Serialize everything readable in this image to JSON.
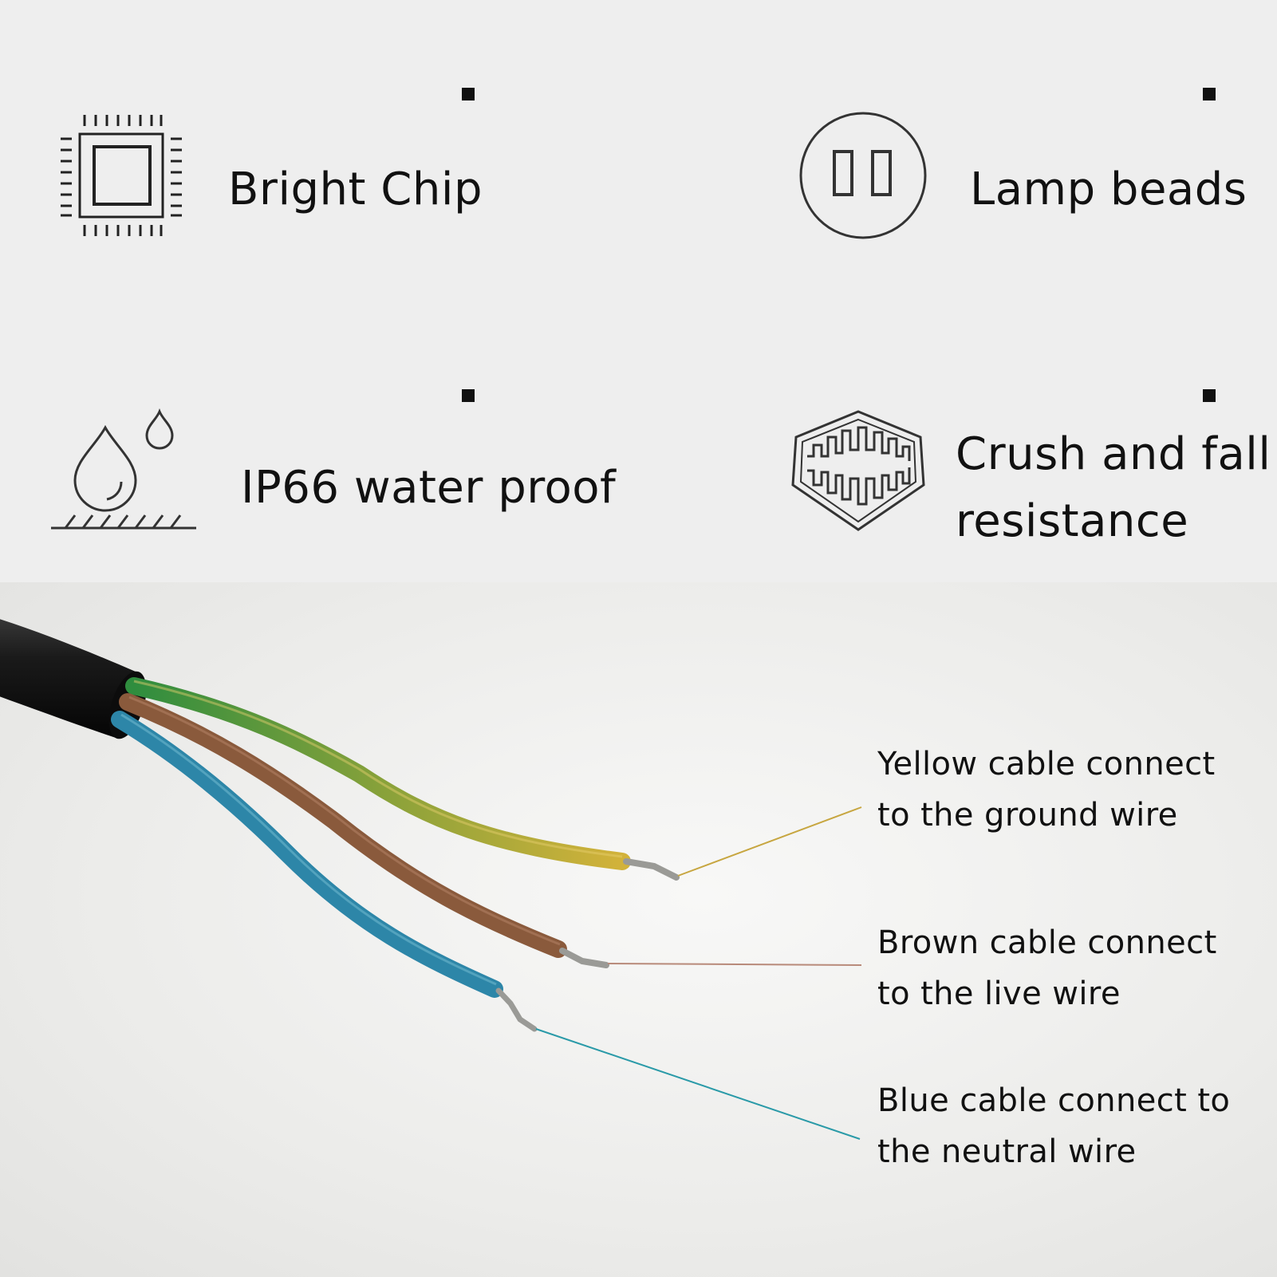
{
  "features": [
    {
      "id": "bright-chip",
      "label": "Bright Chip",
      "icon": "chip-icon"
    },
    {
      "id": "lamp-beads",
      "label": "Lamp beads",
      "icon": "lamp-bead-icon"
    },
    {
      "id": "ip66",
      "label": "IP66 water proof",
      "icon": "water-drop-icon"
    },
    {
      "id": "crush",
      "label_line1": "Crush and fall",
      "label_line2": "resistance",
      "icon": "shield-gear-icon"
    }
  ],
  "wires": [
    {
      "color_name": "yellow",
      "line1": "Yellow cable connect",
      "line2": "to the ground wire",
      "insulation": [
        "#c9a934",
        "#2f8d3e"
      ],
      "leader_color": "#c7a640"
    },
    {
      "color_name": "brown",
      "line1": "Brown cable connect",
      "line2": "to the live wire",
      "insulation": [
        "#8a5a3c"
      ],
      "leader_color": "#b88a7a"
    },
    {
      "color_name": "blue",
      "line1": "Blue cable connect to",
      "line2": "the neutral wire",
      "insulation": [
        "#2d86a8"
      ],
      "leader_color": "#2a9aa8"
    }
  ],
  "colors": {
    "jacket": "#141414",
    "copper": "#9a9a96"
  }
}
